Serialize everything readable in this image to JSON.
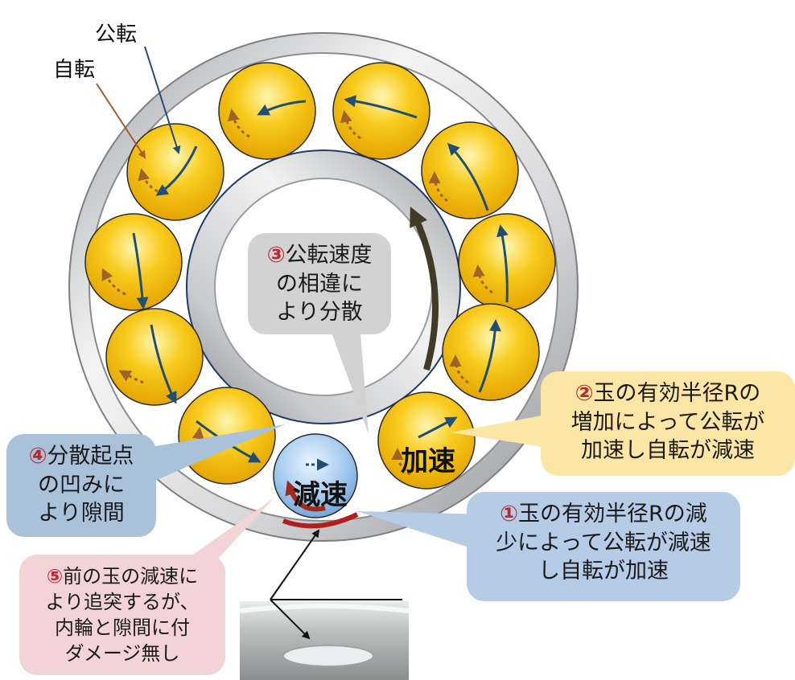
{
  "labels": {
    "revolution": "公転",
    "rotation": "自転",
    "accelerate": "加速",
    "decelerate": "減速"
  },
  "callouts": {
    "c3": {
      "num": "③",
      "lines": [
        "公転速度",
        "の相違に",
        "より分散"
      ]
    },
    "c2": {
      "num": "②",
      "lines": [
        "玉の有効半径Rの",
        "増加によって公転が",
        "加速し自転が減速"
      ]
    },
    "c1": {
      "num": "①",
      "lines": [
        "玉の有効半径Rの減",
        "少によって公転が減速",
        "し自転が加速"
      ]
    },
    "c4": {
      "num": "④",
      "lines": [
        "分散起点",
        "の凹みに",
        "より隙間"
      ]
    },
    "c5": {
      "num": "⑤",
      "lines": [
        "前の玉の減速に",
        "より追突するが、",
        "内輪と隙間に付",
        "ダメージ無し"
      ]
    }
  },
  "colors": {
    "ball_fill": "#f5c400",
    "revolution_arrow": "#1f4e79",
    "rotation_arrow": "#a0612d",
    "decelerated_ball": "#a9cdf0",
    "damage_arc": "#b01e1e",
    "numeral": "#c0262d"
  }
}
